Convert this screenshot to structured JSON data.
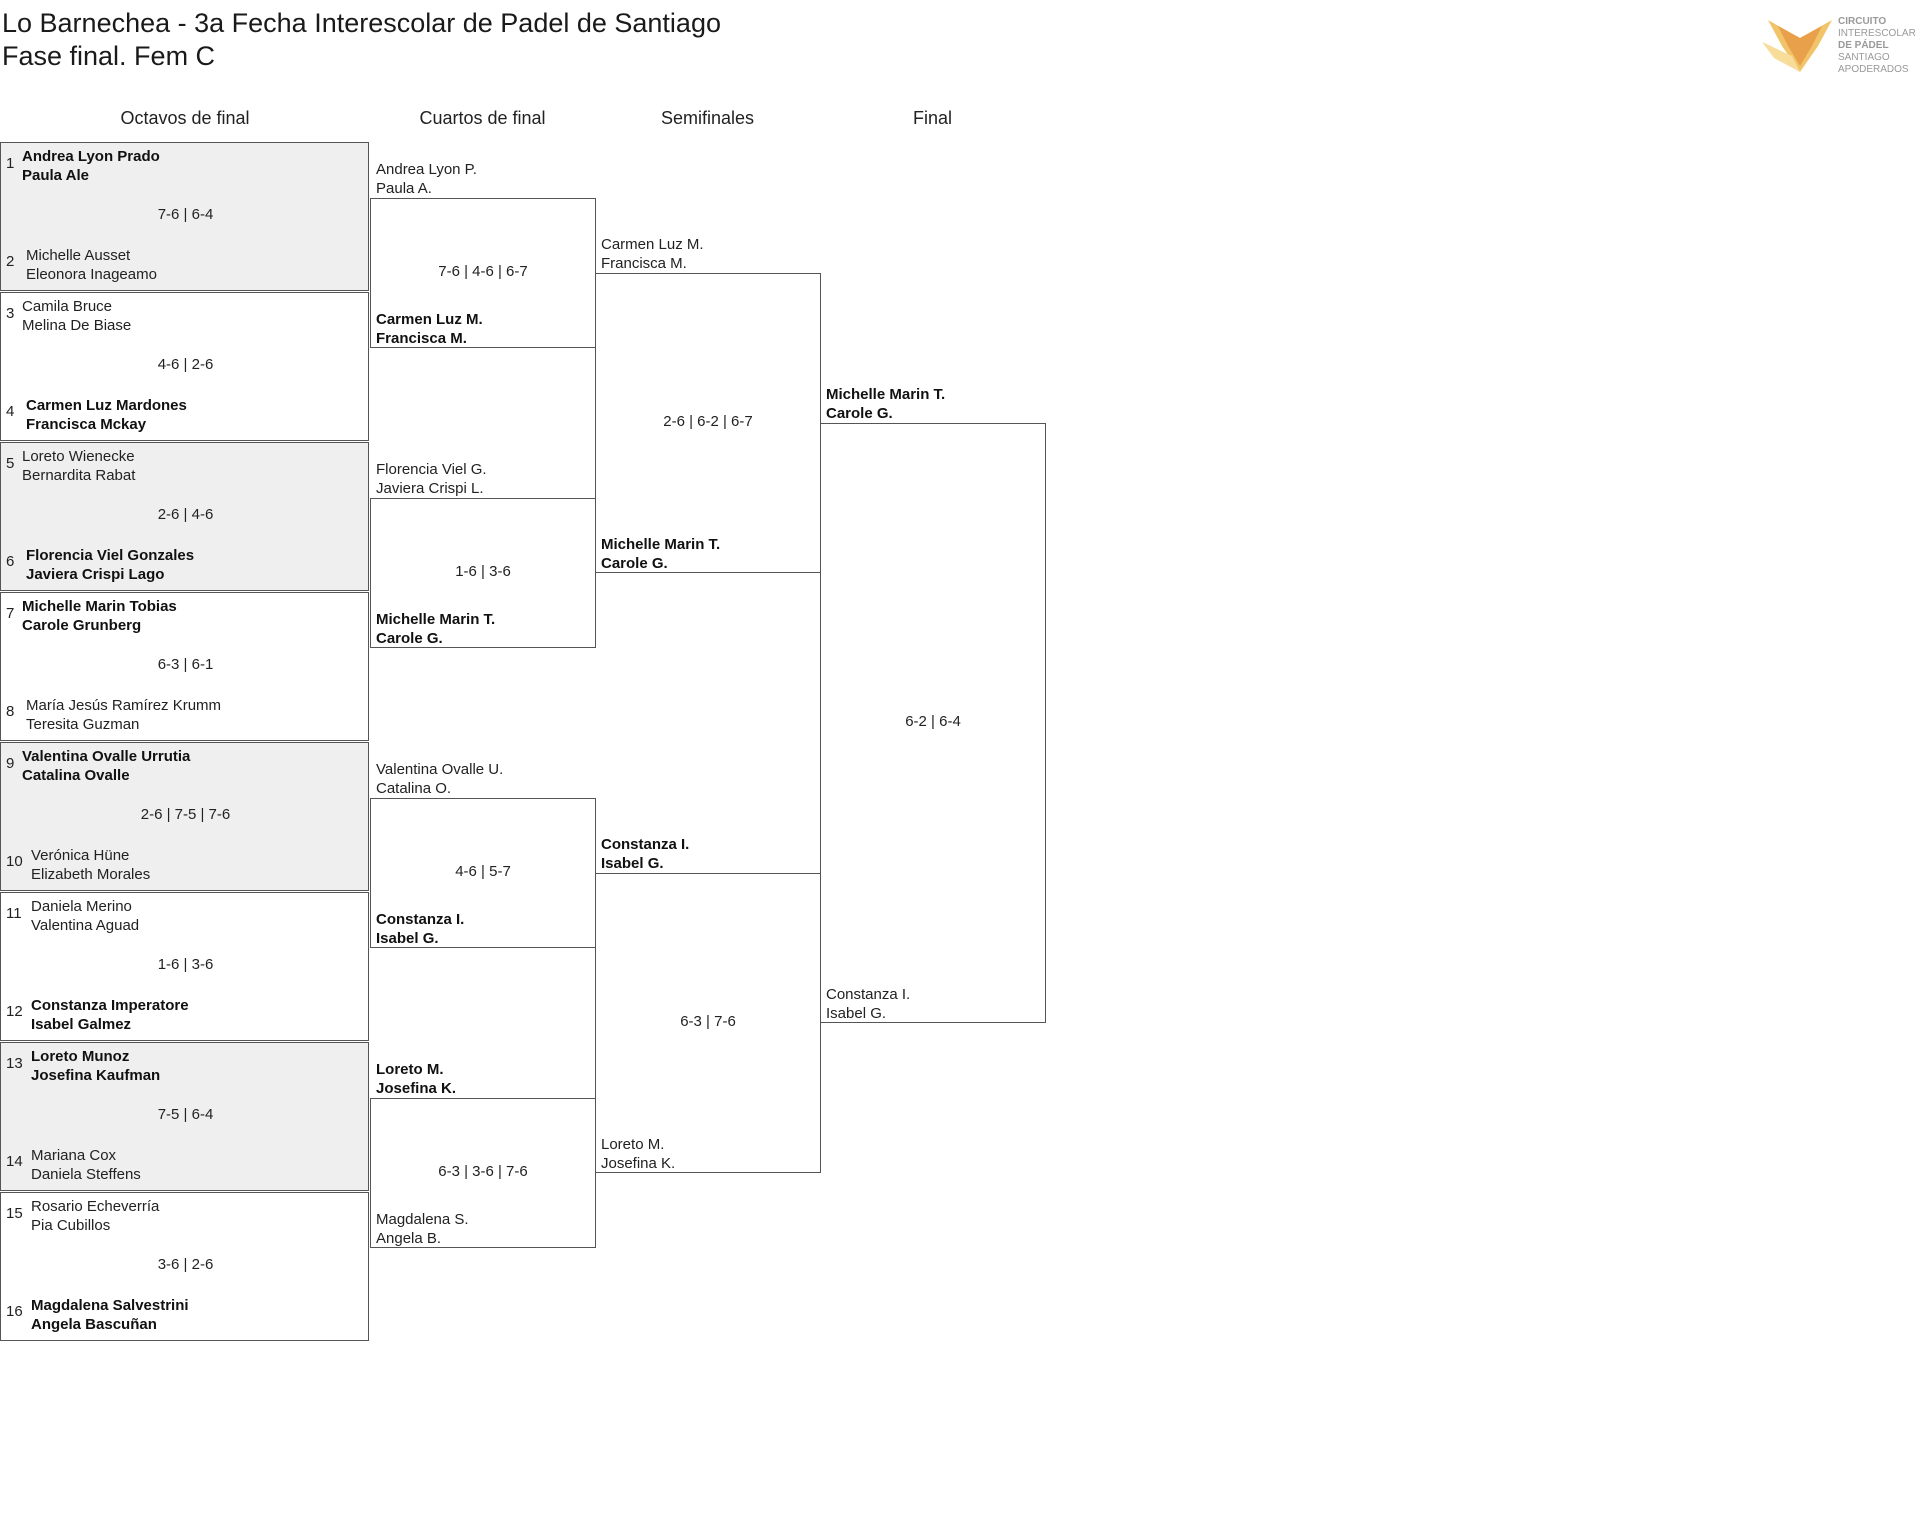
{
  "title": "Lo Barnechea - 3a Fecha Interescolar de Padel de Santiago",
  "subtitle": "Fase final. Fem C",
  "logo": {
    "lines": [
      "CIRCUITO",
      "INTERESCOLAR",
      "DE PÁDEL",
      "SANTIAGO",
      "APODERADOS"
    ],
    "colors": [
      "#e8a04a",
      "#f2c46a",
      "#f7dc9a"
    ]
  },
  "rounds": [
    "Octavos de final",
    "Cuartos de final",
    "Semifinales",
    "Final"
  ],
  "round_of_16": [
    {
      "a": {
        "seed": "1",
        "names": [
          "Andrea Lyon Prado",
          "Paula Ale"
        ],
        "winner": true
      },
      "b": {
        "seed": "2",
        "names": [
          "Michelle Ausset",
          "Eleonora Inageamo"
        ],
        "winner": false
      },
      "score": "7-6 | 6-4"
    },
    {
      "a": {
        "seed": "3",
        "names": [
          "Camila Bruce",
          "Melina De Biase"
        ],
        "winner": false
      },
      "b": {
        "seed": "4",
        "names": [
          "Carmen Luz Mardones",
          "Francisca Mckay"
        ],
        "winner": true
      },
      "score": "4-6 | 2-6"
    },
    {
      "a": {
        "seed": "5",
        "names": [
          "Loreto Wienecke",
          "Bernardita Rabat"
        ],
        "winner": false
      },
      "b": {
        "seed": "6",
        "names": [
          "Florencia Viel Gonzales",
          "Javiera Crispi Lago"
        ],
        "winner": true
      },
      "score": "2-6 | 4-6"
    },
    {
      "a": {
        "seed": "7",
        "names": [
          "Michelle Marin Tobias",
          "Carole Grunberg"
        ],
        "winner": true
      },
      "b": {
        "seed": "8",
        "names": [
          "María Jesús Ramírez Krumm",
          "Teresita Guzman"
        ],
        "winner": false
      },
      "score": "6-3 | 6-1"
    },
    {
      "a": {
        "seed": "9",
        "names": [
          "Valentina Ovalle Urrutia",
          "Catalina Ovalle"
        ],
        "winner": true
      },
      "b": {
        "seed": "10",
        "names": [
          "Verónica Hüne",
          "Elizabeth Morales"
        ],
        "winner": false
      },
      "score": "2-6 | 7-5 | 7-6"
    },
    {
      "a": {
        "seed": "11",
        "names": [
          "Daniela Merino",
          "Valentina Aguad"
        ],
        "winner": false
      },
      "b": {
        "seed": "12",
        "names": [
          "Constanza Imperatore",
          "Isabel Galmez"
        ],
        "winner": true
      },
      "score": "1-6 | 3-6"
    },
    {
      "a": {
        "seed": "13",
        "names": [
          "Loreto Munoz",
          "Josefina Kaufman"
        ],
        "winner": true
      },
      "b": {
        "seed": "14",
        "names": [
          "Mariana Cox",
          "Daniela Steffens"
        ],
        "winner": false
      },
      "score": "7-5 | 6-4"
    },
    {
      "a": {
        "seed": "15",
        "names": [
          "Rosario Echeverría",
          "Pia Cubillos"
        ],
        "winner": false
      },
      "b": {
        "seed": "16",
        "names": [
          "Magdalena Salvestrini",
          "Angela Bascuñan"
        ],
        "winner": true
      },
      "score": "3-6 | 2-6"
    }
  ],
  "quarterfinals": [
    {
      "a": {
        "names": [
          "Andrea Lyon P.",
          "Paula A."
        ],
        "winner": false
      },
      "b": {
        "names": [
          "Carmen Luz M.",
          "Francisca M."
        ],
        "winner": true
      },
      "score": "7-6 | 4-6 | 6-7"
    },
    {
      "a": {
        "names": [
          "Florencia Viel G.",
          "Javiera Crispi L."
        ],
        "winner": false
      },
      "b": {
        "names": [
          "Michelle Marin T.",
          "Carole G."
        ],
        "winner": true
      },
      "score": "1-6 | 3-6"
    },
    {
      "a": {
        "names": [
          "Valentina Ovalle U.",
          "Catalina O."
        ],
        "winner": false
      },
      "b": {
        "names": [
          "Constanza I.",
          "Isabel G."
        ],
        "winner": true
      },
      "score": "4-6 | 5-7"
    },
    {
      "a": {
        "names": [
          "Loreto M.",
          "Josefina K."
        ],
        "winner": true
      },
      "b": {
        "names": [
          "Magdalena S.",
          "Angela B."
        ],
        "winner": false
      },
      "score": "6-3 | 3-6 | 7-6"
    }
  ],
  "semifinals": [
    {
      "a": {
        "names": [
          "Carmen Luz M.",
          "Francisca M."
        ],
        "winner": false
      },
      "b": {
        "names": [
          "Michelle Marin T.",
          "Carole G."
        ],
        "winner": true
      },
      "score": "2-6 | 6-2 | 6-7"
    },
    {
      "a": {
        "names": [
          "Constanza I.",
          "Isabel G."
        ],
        "winner": true
      },
      "b": {
        "names": [
          "Loreto M.",
          "Josefina K."
        ],
        "winner": false
      },
      "score": "6-3 | 7-6"
    }
  ],
  "final": {
    "a": {
      "names": [
        "Michelle Marin T.",
        "Carole G."
      ],
      "winner": true
    },
    "b": {
      "names": [
        "Constanza I.",
        "Isabel G."
      ],
      "winner": false
    },
    "score": "6-2 | 6-4"
  }
}
